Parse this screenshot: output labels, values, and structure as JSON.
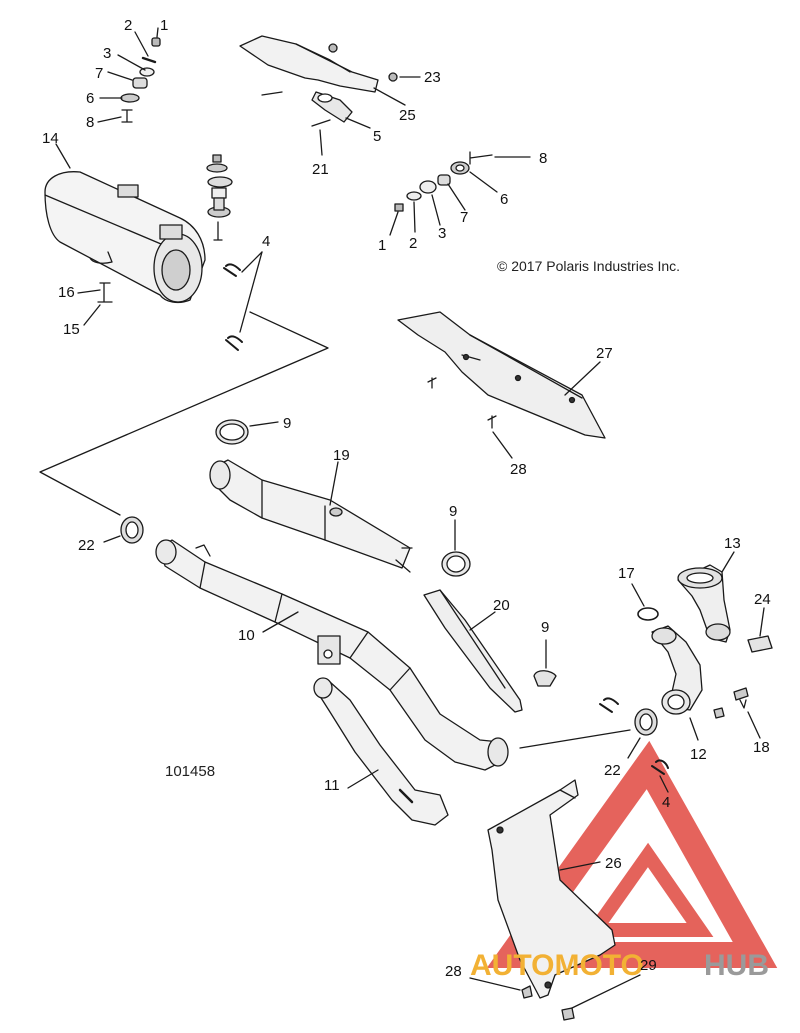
{
  "copyright": "© 2017 Polaris Industries Inc.",
  "figure_number": "101458",
  "watermark": {
    "left": "AUTOMOTO",
    "right": "HUB",
    "colors": {
      "triangle": "#e0483f",
      "left_text": "#f2b134",
      "right_text": "#9a9a9a"
    }
  },
  "callouts": {
    "c2a": "2",
    "c1a": "1",
    "c3a": "3",
    "c7a": "7",
    "c6a": "6",
    "c8a": "8",
    "c14": "14",
    "c16": "16",
    "c15": "15",
    "c4a": "4",
    "c23": "23",
    "c25": "25",
    "c5": "5",
    "c21": "21",
    "c8b": "8",
    "c6b": "6",
    "c7b": "7",
    "c3b": "3",
    "c2b": "2",
    "c1b": "1",
    "c27": "27",
    "c28a": "28",
    "c9a": "9",
    "c19": "19",
    "c22a": "22",
    "c9b": "9",
    "c20": "20",
    "c9c": "9",
    "c10": "10",
    "c17": "17",
    "c13": "13",
    "c24": "24",
    "c12": "12",
    "c18": "18",
    "c22b": "22",
    "c4b": "4",
    "c11": "11",
    "c26": "26",
    "c28b": "28",
    "c29": "29"
  }
}
